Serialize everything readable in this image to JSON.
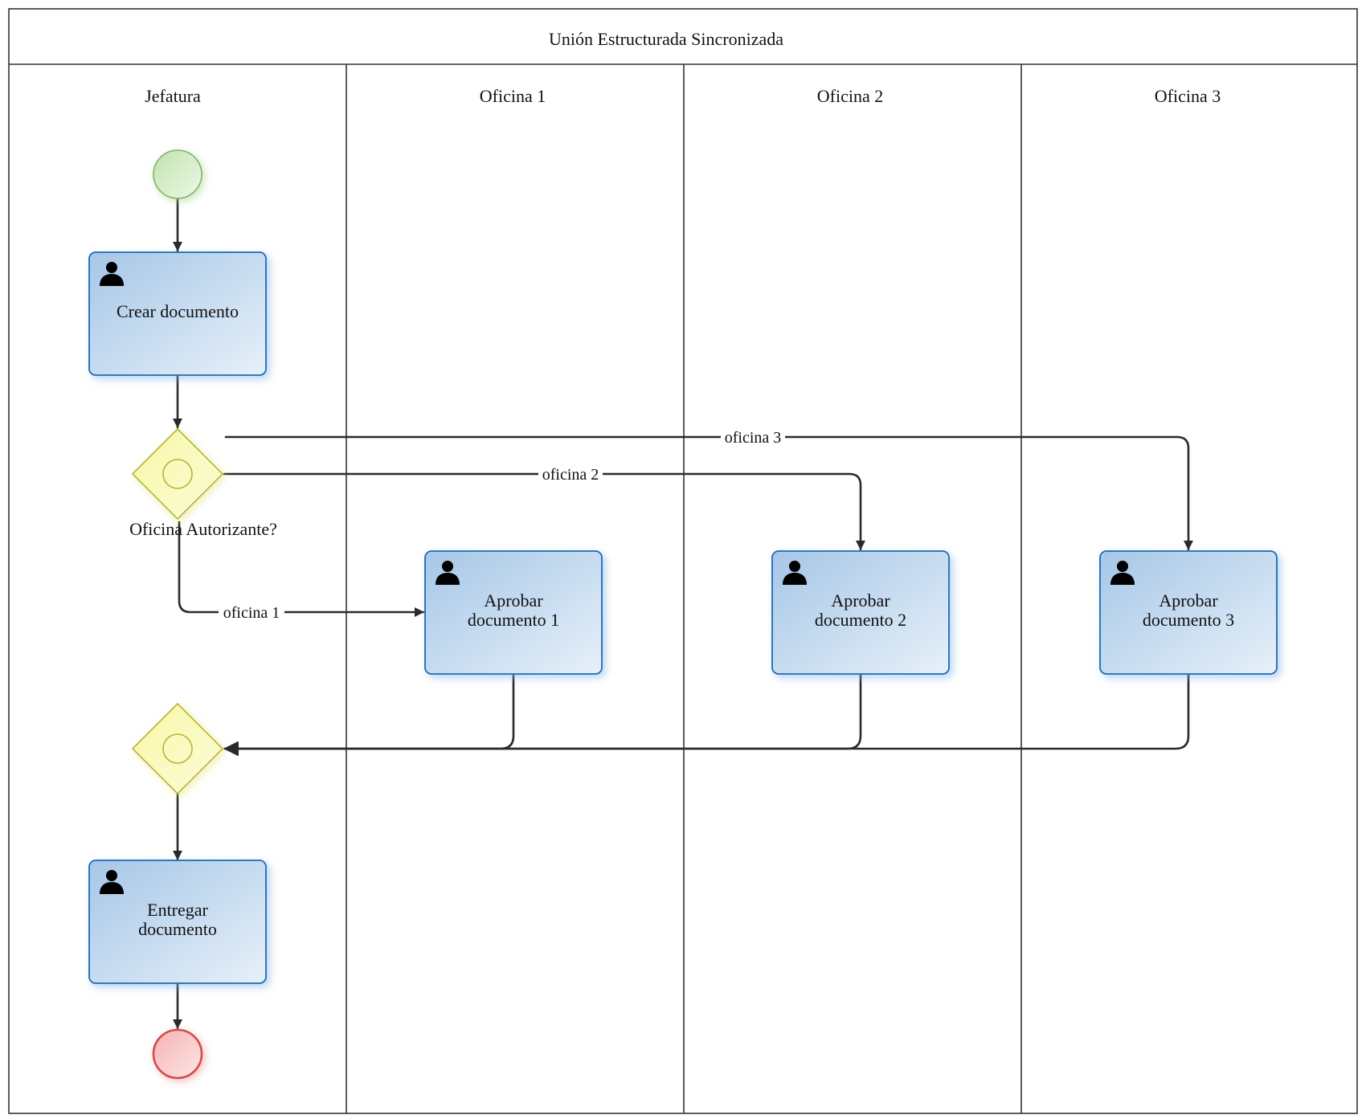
{
  "diagram": {
    "title": "Unión Estructurada Sincronizada",
    "lanes": [
      {
        "id": "jefatura",
        "label": "Jefatura"
      },
      {
        "id": "oficina1",
        "label": "Oficina 1"
      },
      {
        "id": "oficina2",
        "label": "Oficina 2"
      },
      {
        "id": "oficina3",
        "label": "Oficina 3"
      }
    ],
    "tasks": {
      "crear": {
        "label": "Crear documento",
        "type": "user-task"
      },
      "aprobar1": {
        "label_line1": "Aprobar",
        "label_line2": "documento 1",
        "type": "user-task"
      },
      "aprobar2": {
        "label_line1": "Aprobar",
        "label_line2": "documento 2",
        "type": "user-task"
      },
      "aprobar3": {
        "label_line1": "Aprobar",
        "label_line2": "documento 3",
        "type": "user-task"
      },
      "entregar": {
        "label_line1": "Entregar",
        "label_line2": "documento",
        "type": "user-task"
      }
    },
    "gateways": {
      "split": {
        "label": "Oficina Autorizante?",
        "type": "inclusive"
      },
      "join": {
        "label": "",
        "type": "inclusive"
      }
    },
    "events": {
      "start": {
        "type": "start"
      },
      "end": {
        "type": "end"
      }
    },
    "flows": {
      "oficina1": "oficina 1",
      "oficina2": "oficina 2",
      "oficina3": "oficina 3"
    },
    "colors": {
      "task_border": "#1a6ab8",
      "task_fill_dark": "#a9c9e8",
      "task_fill_light": "#e4eef8",
      "gateway_fill": "#fbfbb6",
      "gateway_border": "#b9b33a",
      "start_fill": "#c8e8b8",
      "start_border": "#82b366",
      "end_fill": "#f8c8c8",
      "end_border": "#d14b4b",
      "lines": "#2a2a2a"
    }
  }
}
